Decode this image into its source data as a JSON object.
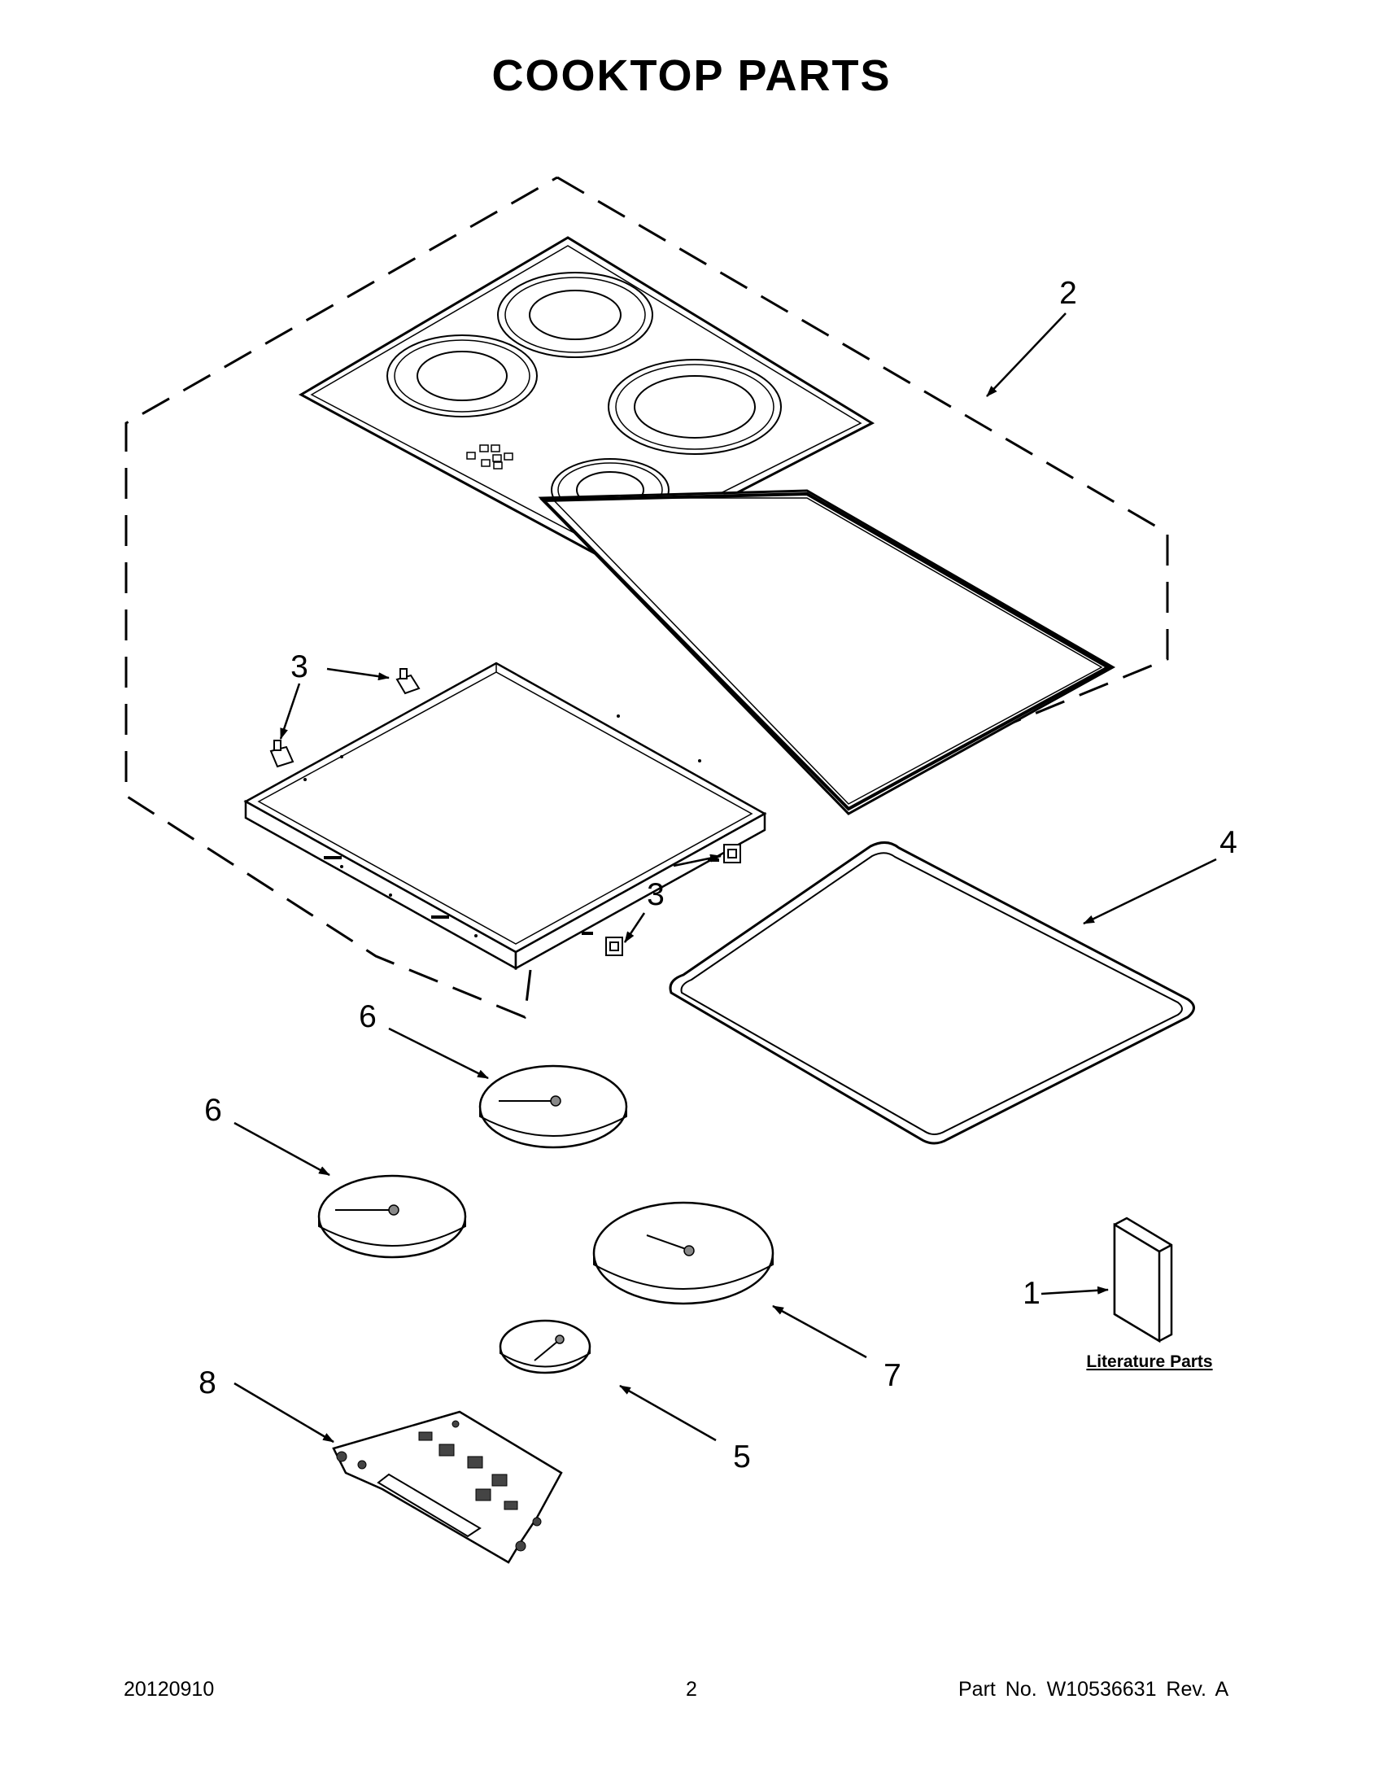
{
  "page": {
    "title": "COOKTOP PARTS"
  },
  "callouts": [
    {
      "id": "c2",
      "label": "2"
    },
    {
      "id": "c3a",
      "label": "3"
    },
    {
      "id": "c3b",
      "label": "3"
    },
    {
      "id": "c4",
      "label": "4"
    },
    {
      "id": "c6a",
      "label": "6"
    },
    {
      "id": "c6b",
      "label": "6"
    },
    {
      "id": "c1",
      "label": "1"
    },
    {
      "id": "c7",
      "label": "7"
    },
    {
      "id": "c8",
      "label": "8"
    },
    {
      "id": "c5",
      "label": "5"
    }
  ],
  "literature": {
    "label": "Literature Parts"
  },
  "footer": {
    "date_code": "20120910",
    "page_number": "2",
    "part_number": "Part No.  W10536631  Rev.  A"
  },
  "colors": {
    "line": "#000000",
    "background": "#ffffff",
    "fill_light": "#e6e6e6"
  }
}
